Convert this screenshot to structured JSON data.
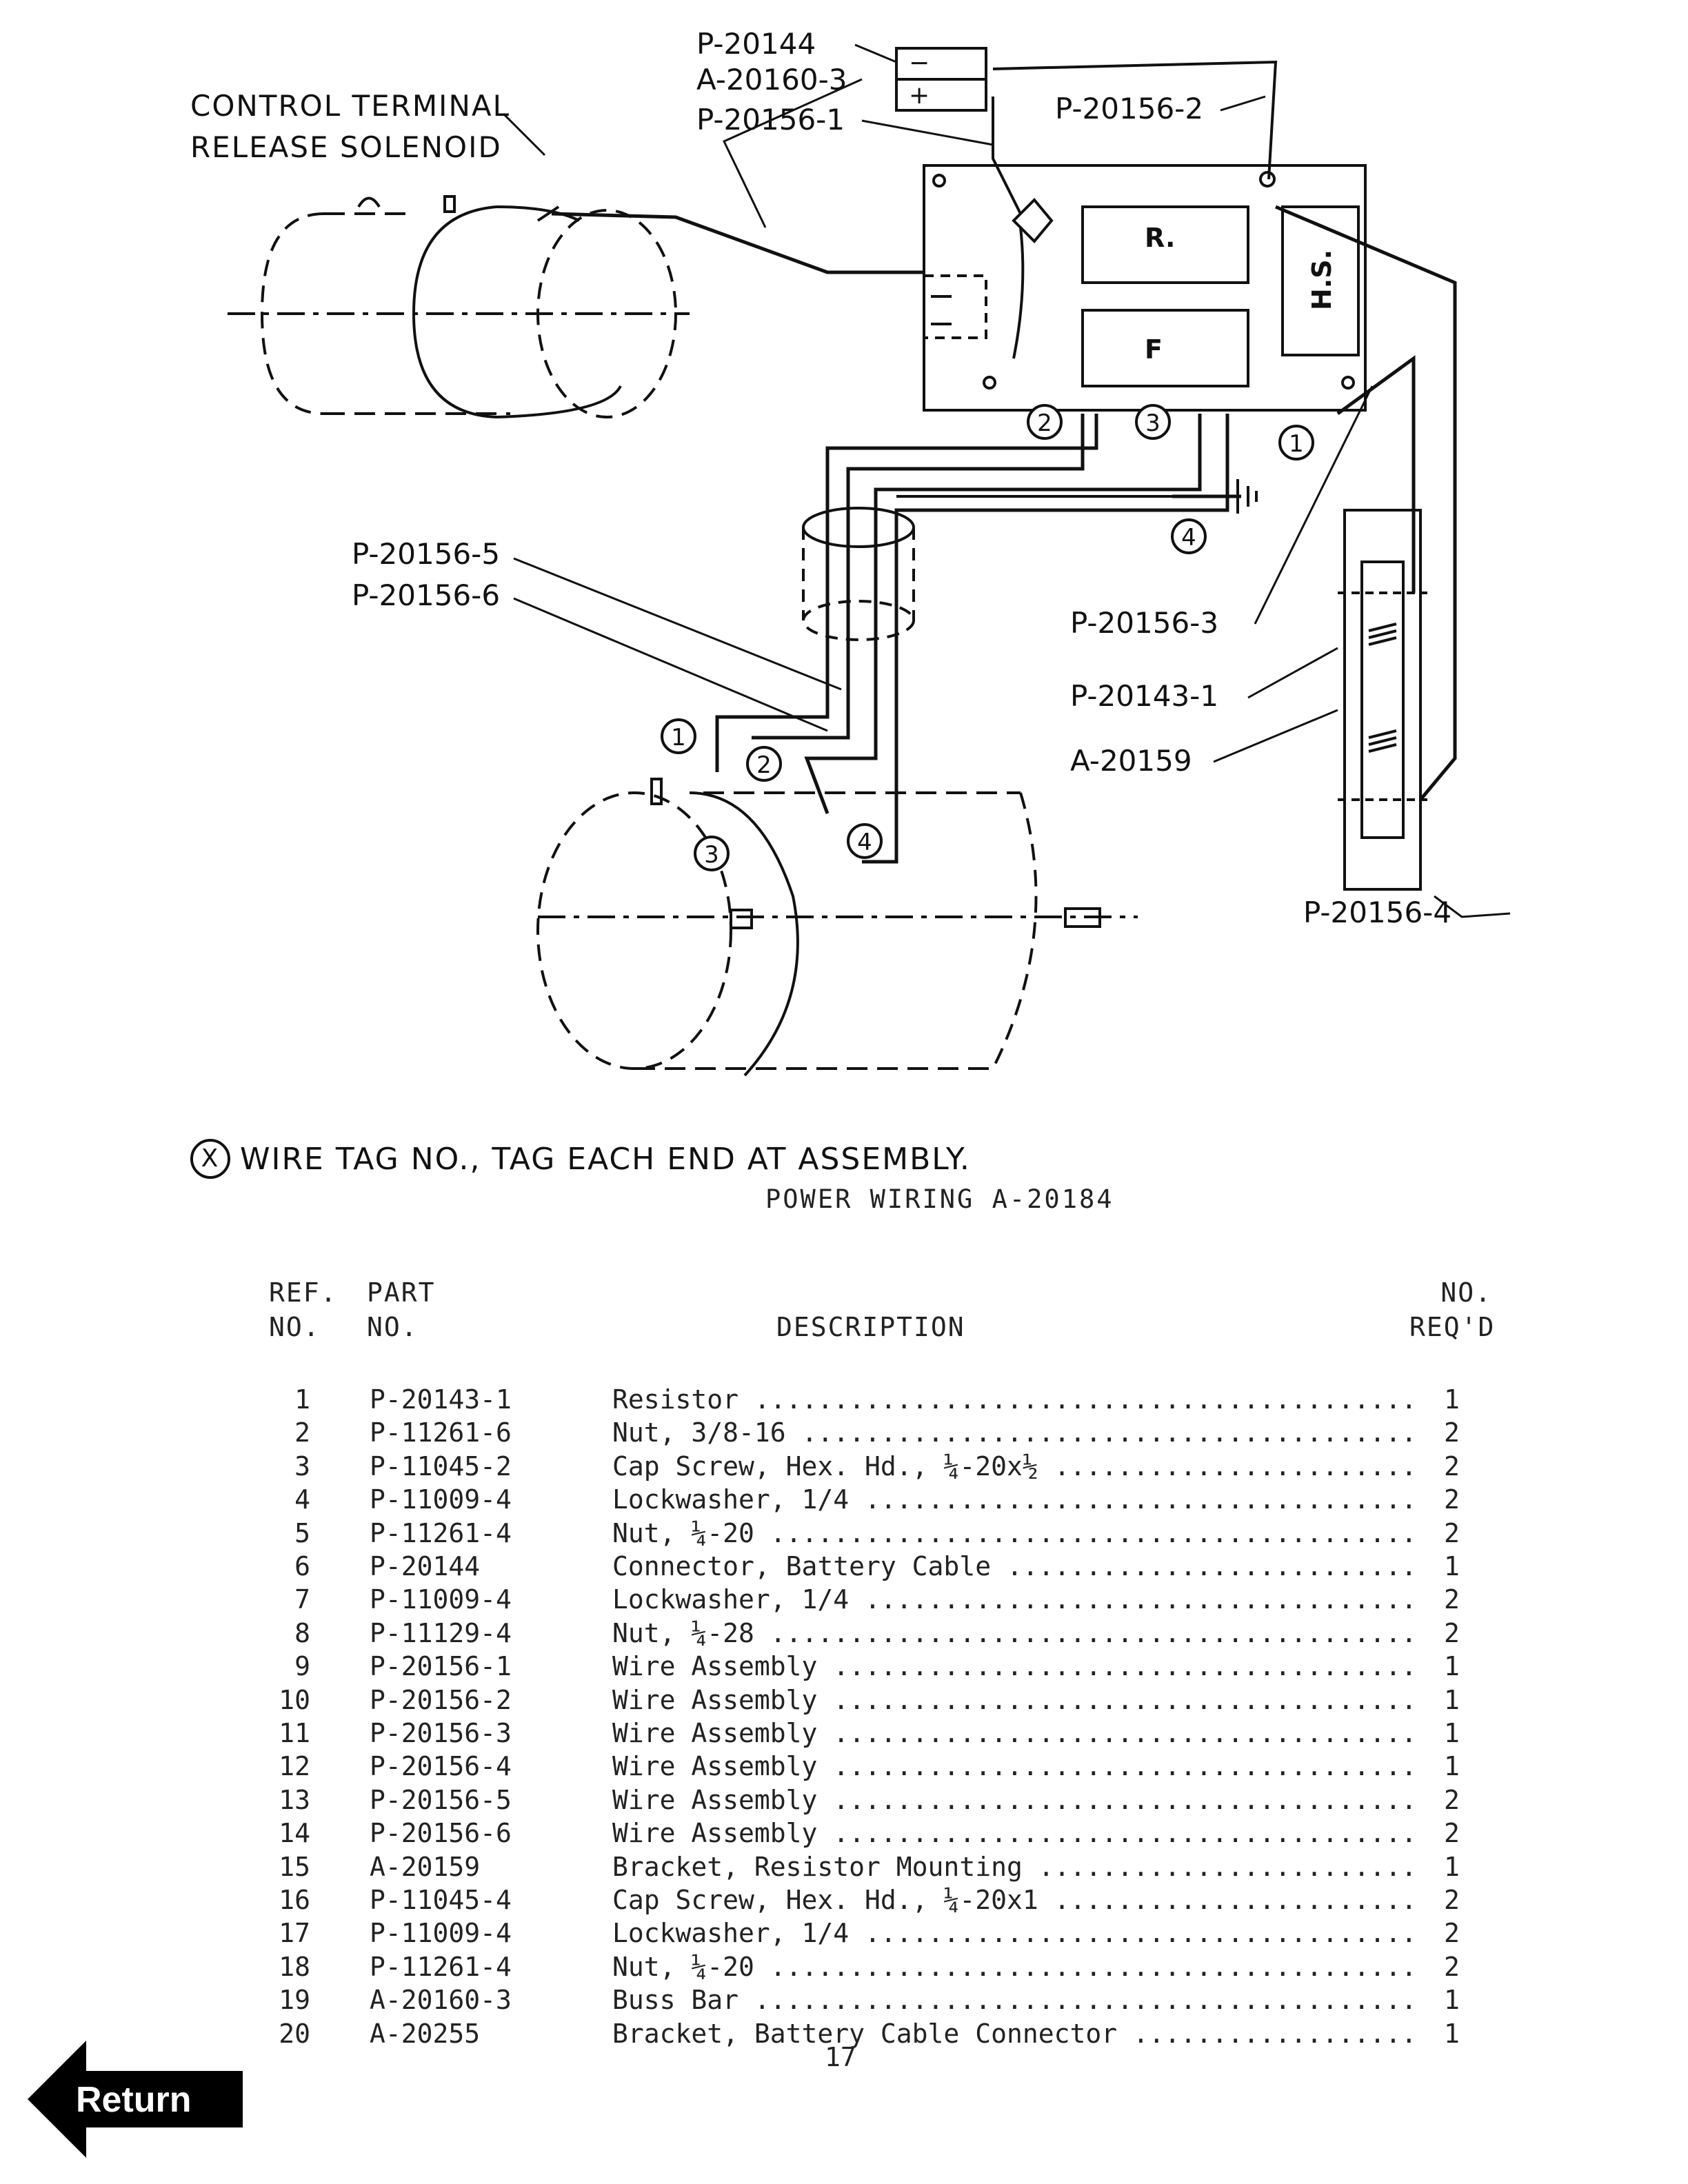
{
  "diagram": {
    "labels": {
      "control_terminal": "CONTROL TERMINAL",
      "release_solenoid": "RELEASE SOLENOID",
      "p20144": "P-20144",
      "a20160_3": "A-20160-3",
      "p20156_1": "P-20156-1",
      "p20156_2": "P-20156-2",
      "p20156_5": "P-20156-5",
      "p20156_6": "P-20156-6",
      "p20156_3": "P-20156-3",
      "p20143_1": "P-20143-1",
      "a20159": "A-20159",
      "p20156_4": "P-20156-4",
      "r": "R.",
      "f": "F",
      "hs": "H.S.",
      "minus": "−",
      "plus": "+"
    },
    "tags": [
      "1",
      "2",
      "3",
      "4"
    ]
  },
  "legend": {
    "symbol": "X",
    "text": "WIRE TAG NO., TAG EACH END AT ASSEMBLY."
  },
  "caption": "POWER WIRING   A-20184",
  "table": {
    "headers": {
      "ref": "REF.",
      "ref2": "NO.",
      "part": "PART",
      "part2": "NO.",
      "description": "DESCRIPTION",
      "qty": "NO.",
      "qty2": "REQ'D"
    },
    "rows": [
      {
        "ref": "1",
        "part": "P-20143-1",
        "desc": "Resistor",
        "qty": "1"
      },
      {
        "ref": "2",
        "part": "P-11261-6",
        "desc": "Nut, 3/8-16",
        "qty": "2"
      },
      {
        "ref": "3",
        "part": "P-11045-2",
        "desc": "Cap Screw, Hex. Hd., ¼-20x½",
        "qty": "2"
      },
      {
        "ref": "4",
        "part": "P-11009-4",
        "desc": "Lockwasher, 1/4",
        "qty": "2"
      },
      {
        "ref": "5",
        "part": "P-11261-4",
        "desc": "Nut, ¼-20",
        "qty": "2"
      },
      {
        "ref": "6",
        "part": "P-20144",
        "desc": "Connector, Battery Cable",
        "qty": "1"
      },
      {
        "ref": "7",
        "part": "P-11009-4",
        "desc": "Lockwasher, 1/4",
        "qty": "2"
      },
      {
        "ref": "8",
        "part": "P-11129-4",
        "desc": "Nut, ¼-28",
        "qty": "2"
      },
      {
        "ref": "9",
        "part": "P-20156-1",
        "desc": "Wire Assembly",
        "qty": "1"
      },
      {
        "ref": "10",
        "part": "P-20156-2",
        "desc": "Wire Assembly",
        "qty": "1"
      },
      {
        "ref": "11",
        "part": "P-20156-3",
        "desc": "Wire Assembly",
        "qty": "1"
      },
      {
        "ref": "12",
        "part": "P-20156-4",
        "desc": "Wire Assembly",
        "qty": "1"
      },
      {
        "ref": "13",
        "part": "P-20156-5",
        "desc": "Wire Assembly",
        "qty": "2"
      },
      {
        "ref": "14",
        "part": "P-20156-6",
        "desc": "Wire Assembly",
        "qty": "2"
      },
      {
        "ref": "15",
        "part": "A-20159",
        "desc": "Bracket, Resistor Mounting",
        "qty": "1"
      },
      {
        "ref": "16",
        "part": "P-11045-4",
        "desc": "Cap Screw, Hex. Hd., ¼-20x1",
        "qty": "2"
      },
      {
        "ref": "17",
        "part": "P-11009-4",
        "desc": "Lockwasher, 1/4",
        "qty": "2"
      },
      {
        "ref": "18",
        "part": "P-11261-4",
        "desc": "Nut, ¼-20",
        "qty": "2"
      },
      {
        "ref": "19",
        "part": "A-20160-3",
        "desc": "Buss Bar",
        "qty": "1"
      },
      {
        "ref": "20",
        "part": "A-20255",
        "desc": "Bracket, Battery Cable Connector",
        "qty": "1"
      }
    ]
  },
  "page_number": "17",
  "return_button": "Return"
}
